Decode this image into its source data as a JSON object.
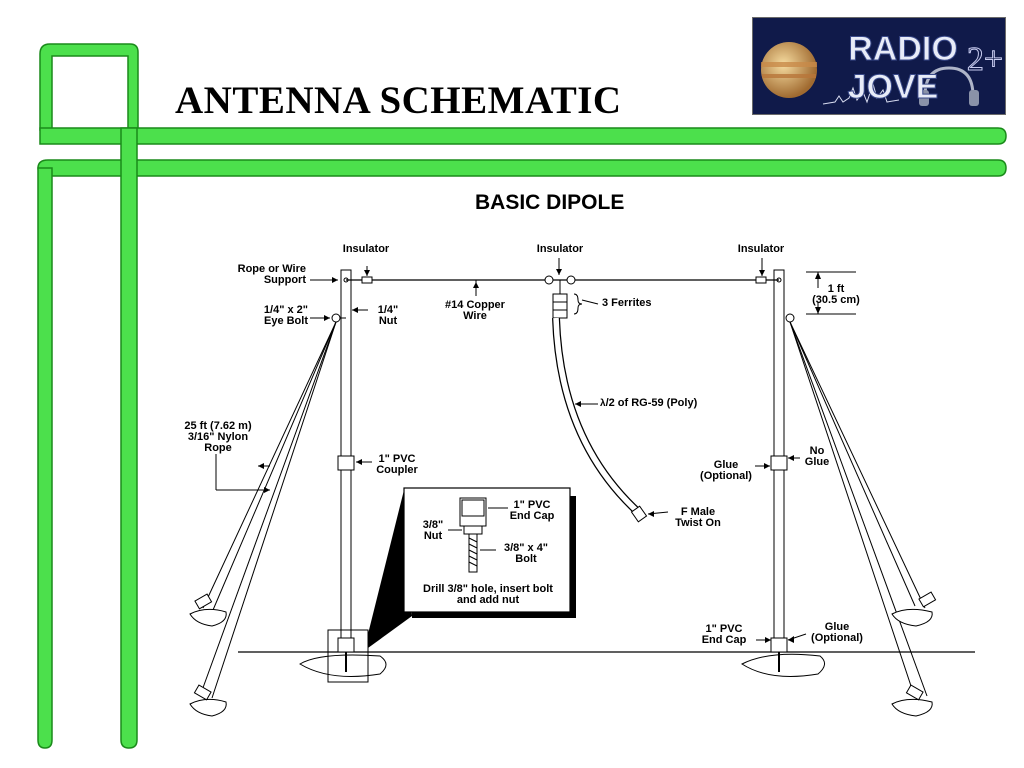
{
  "slide": {
    "title": "ANTENNA SCHEMATIC",
    "accent_color": "#4ce04c",
    "accent_outline": "#1a8a1a"
  },
  "logo": {
    "line1": "RADIO",
    "line2": "JOVE",
    "mark": "2+",
    "background": "#101a4a",
    "icons": [
      "jupiter-icon",
      "headphones-icon",
      "radio-spectrum-icon"
    ]
  },
  "diagram": {
    "title": "BASIC DIPOLE",
    "labels": {
      "insulator_left": "Insulator",
      "insulator_center": "Insulator",
      "insulator_right": "Insulator",
      "rope_support_1": "Rope or Wire",
      "rope_support_2": "Support",
      "copper_wire_1": "#14 Copper",
      "copper_wire_2": "Wire",
      "ferrites": "3 Ferrites",
      "height_1": "1 ft",
      "height_2": "(30.5 cm)",
      "eye_bolt_1": "1/4\" x 2\"",
      "eye_bolt_2": "Eye Bolt",
      "nut_1": "1/4\"",
      "nut_2": "Nut",
      "coax_prefix": "/2 of RG-59 (Poly)",
      "lambda_symbol": "λ",
      "rope_1": "25 ft (7.62 m)",
      "rope_2": "3/16\" Nylon",
      "rope_3": "Rope",
      "coupler_1": "1\" PVC",
      "coupler_2": "Coupler",
      "glue_left_1": "Glue",
      "glue_left_2": "(Optional)",
      "no_glue_1": "No",
      "no_glue_2": "Glue",
      "f_male_1": "F Male",
      "f_male_2": "Twist On",
      "endcap_detail_1": "1\" PVC",
      "endcap_detail_2": "End Cap",
      "nut_detail_1": "3/8\"",
      "nut_detail_2": "Nut",
      "bolt_detail_1": "3/8\" x 4\"",
      "bolt_detail_2": "Bolt",
      "drill_1": "Drill 3/8\" hole, insert bolt",
      "drill_2": "and add nut",
      "endcap_bottom_1": "1\" PVC",
      "endcap_bottom_2": "End Cap",
      "glue_bottom_1": "Glue",
      "glue_bottom_2": "(Optional)"
    }
  }
}
